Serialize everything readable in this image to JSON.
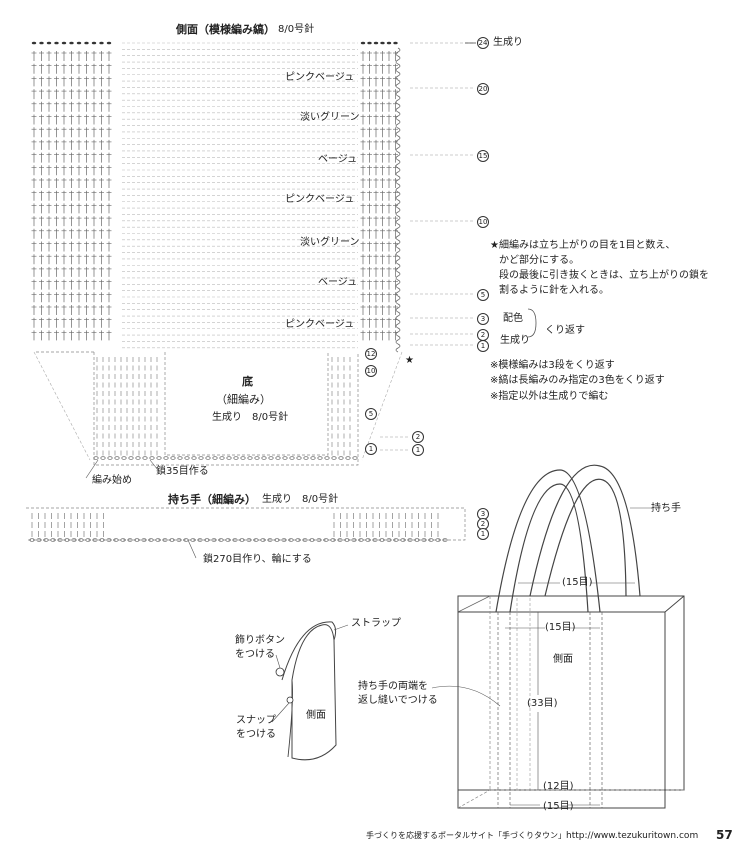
{
  "side": {
    "title": "側面（模様編み縞）",
    "needle": "8/0号針",
    "row_labels": [
      {
        "num": "24",
        "text": "生成り"
      },
      {
        "num": "20",
        "text": ""
      },
      {
        "num": "15",
        "text": ""
      },
      {
        "num": "10",
        "text": ""
      },
      {
        "num": "5",
        "text": ""
      },
      {
        "num": "3",
        "text": "配色"
      },
      {
        "num": "2",
        "text": ""
      },
      {
        "num": "1",
        "text": "生成り"
      }
    ],
    "repeat_label": "くり返す",
    "stripes": [
      "ピンクベージュ",
      "淡いグリーン",
      "ベージュ",
      "ピンクベージュ",
      "淡いグリーン",
      "ベージュ",
      "ピンクベージュ"
    ]
  },
  "notes": {
    "star_line1": "★細編みは立ち上がりの目を1目と数え、",
    "star_line2": "かど部分にする。",
    "star_line3": "段の最後に引き抜くときは、立ち上がりの鎖を",
    "star_line4": "割るように針を入れる。",
    "n1": "※模様編みは3段をくり返す",
    "n2": "※縞は長編みのみ指定の3色をくり返す",
    "n3": "※指定以外は生成りで編む"
  },
  "bottom": {
    "title": "底",
    "subtitle": "（細編み）",
    "color": "生成り　8/0号針",
    "start": "編み始め",
    "chain": "鎖35目作る",
    "rows": [
      "12",
      "10",
      "5",
      "1"
    ],
    "right_rows": [
      "2",
      "1"
    ]
  },
  "handle": {
    "title": "持ち手（細編み）",
    "color": "生成り　8/0号針",
    "chain": "鎖270目作り、輪にする",
    "rows": [
      "3",
      "2",
      "1"
    ]
  },
  "strap": {
    "strap": "ストラップ",
    "button1": "飾りボタン",
    "button2": "をつける",
    "snap1": "スナップ",
    "snap2": "をつける",
    "side": "側面"
  },
  "bag": {
    "handle": "持ち手",
    "top_w": "(15目)",
    "mid_w": "(15目)",
    "side": "側面",
    "sew1": "持ち手の両端を",
    "sew2": "返し縫いでつける",
    "h": "(33目)",
    "bottom_w": "(12目)",
    "base_w": "(15目)"
  },
  "footer": {
    "text": "手づくりを応援するポータルサイト「手づくりタウン」",
    "url": "http://www.tezukuritown.com",
    "page": "57"
  }
}
